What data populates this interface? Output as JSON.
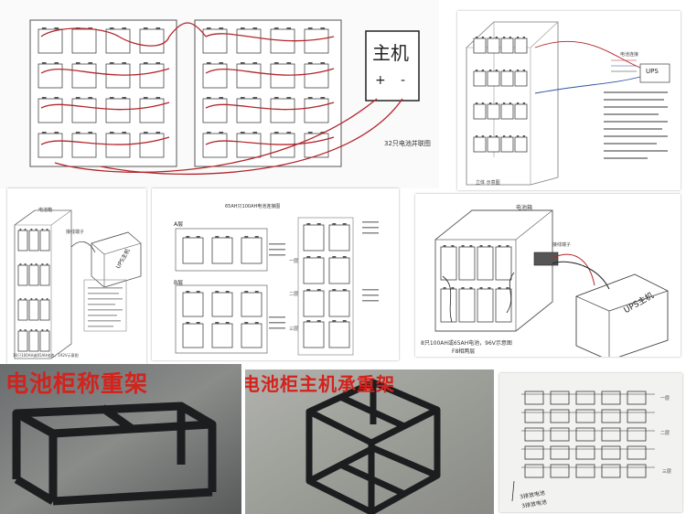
{
  "panel1": {
    "host_label": "主机",
    "plus": "+",
    "minus": "-",
    "caption": "32只电池并联图"
  },
  "panel2": {
    "ups_label": "UPS",
    "diagram_label": "电池连接",
    "caption": "立体 示意图"
  },
  "panel3": {
    "cabinet_label": "电池箱",
    "terminal_label": "接线端子",
    "ups_label": "UPS主机",
    "caption": "16只100AH或65AH电池，192V示意图"
  },
  "panel4": {
    "title": "65AH只100AH电池连接图",
    "label_a": "A层",
    "label_b": "B层",
    "layer1": "一层",
    "layer2": "二层",
    "layer3": "三层"
  },
  "panel5": {
    "cabinet_label": "电池箱",
    "terminal_label": "接线端子",
    "ups_label": "UPS主机",
    "caption_line1": "8只100AH或65AH电池，96V示意图",
    "caption_line2": "F8相两层"
  },
  "panel6": {
    "title": "电池柜称重架"
  },
  "panel7": {
    "title": "电池柜主机承重架"
  },
  "panel8": {
    "layer1": "一层",
    "layer2": "二层",
    "layer3": "三层",
    "note1": "3排放电池",
    "note2": "3排放电池"
  },
  "colors": {
    "wire_red": "#b3262c",
    "title_red": "#d4221c",
    "frame_black": "#1b1d1f"
  }
}
